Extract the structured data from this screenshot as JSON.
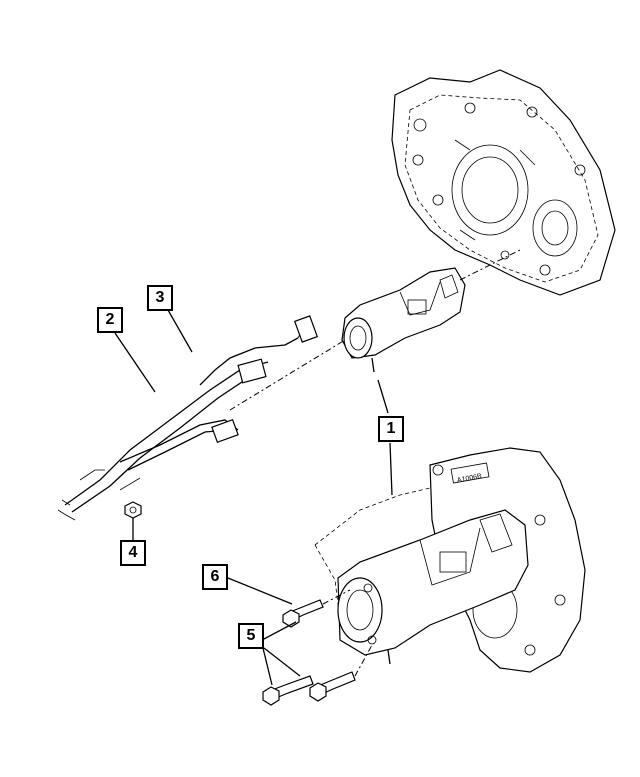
{
  "callouts": [
    {
      "id": "1",
      "label": "1"
    },
    {
      "id": "2",
      "label": "2"
    },
    {
      "id": "3",
      "label": "3"
    },
    {
      "id": "4",
      "label": "4"
    },
    {
      "id": "5",
      "label": "5"
    },
    {
      "id": "6",
      "label": "6"
    }
  ],
  "engraved_code": "A1006B"
}
